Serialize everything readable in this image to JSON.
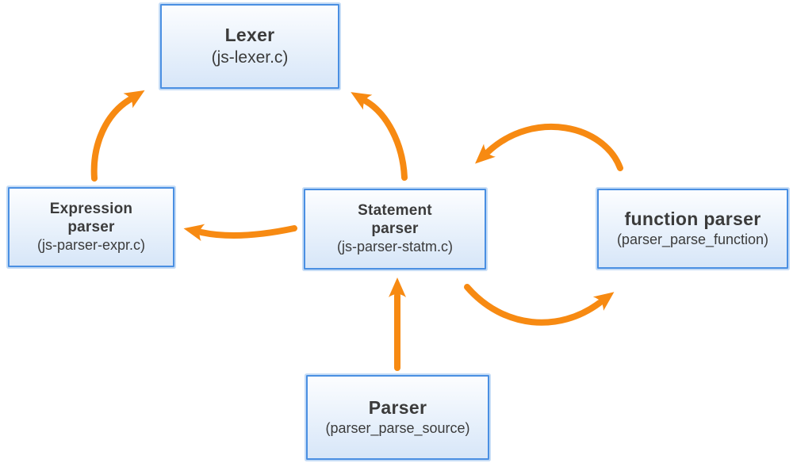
{
  "diagram": {
    "nodes": {
      "lexer": {
        "title": "Lexer",
        "subtitle": "(js-lexer.c)"
      },
      "expression_parser": {
        "line1": "Expression",
        "line2": "parser",
        "subtitle": "(js-parser-expr.c)"
      },
      "statement_parser": {
        "line1": "Statement",
        "line2": "parser",
        "subtitle": "(js-parser-statm.c)"
      },
      "function_parser": {
        "title": "function parser",
        "subtitle": "(parser_parse_function)"
      },
      "parser": {
        "title": "Parser",
        "subtitle": "(parser_parse_source)"
      }
    },
    "edges": [
      {
        "from": "expression-parser",
        "to": "lexer"
      },
      {
        "from": "statement-parser",
        "to": "lexer"
      },
      {
        "from": "statement-parser",
        "to": "expression-parser"
      },
      {
        "from": "statement-parser",
        "to": "function-parser"
      },
      {
        "from": "function-parser",
        "to": "statement-parser"
      },
      {
        "from": "parser",
        "to": "statement-parser"
      }
    ],
    "colors": {
      "arrow": "#F78A12",
      "box_border": "#4A8FE2",
      "box_fill_top": "#FCFDFF",
      "box_fill_bottom": "#D7E6F8",
      "text": "#3B3B3B",
      "background": "#FFFFFF"
    }
  }
}
